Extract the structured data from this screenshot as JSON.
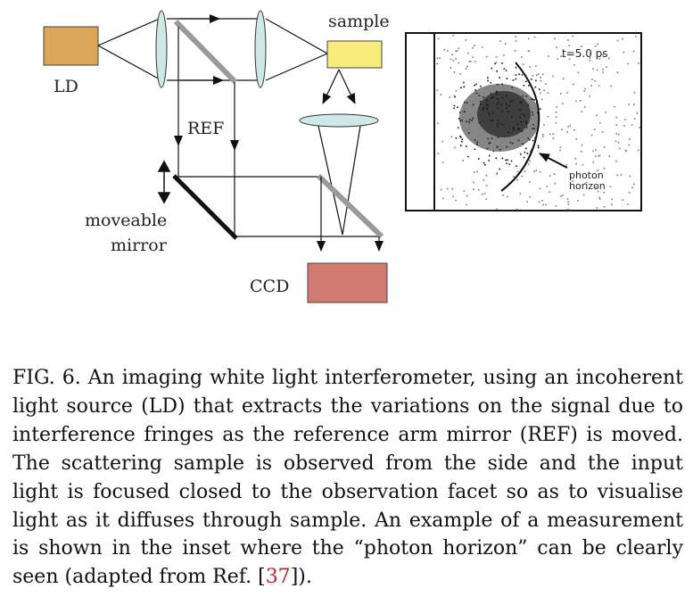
{
  "figure": {
    "labels": {
      "ld": "LD",
      "sample": "sample",
      "ref": "REF",
      "moveable_line1": "moveable",
      "moveable_line2": "mirror",
      "ccd": "CCD"
    },
    "inset": {
      "time_label": "t=5.0 ps",
      "horizon_line1": "photon",
      "horizon_line2": "horizon"
    },
    "colors": {
      "ld_box": "#dba55a",
      "sample_box": "#f8ec7c",
      "ccd_box": "#d07a70",
      "lens": "#cfe7e7",
      "beamsplitter": "#9a9a9a",
      "mirror": "#111111"
    }
  },
  "caption": {
    "prefix": "FIG. 6.",
    "body": "An imaging white light interferometer, using an incoherent light source (LD) that extracts the variations on the signal due to interference fringes as the reference arm mirror (REF) is moved. The scattering sample is observed from the side and the input light is focused closed to the observation facet so as to visualise light as it diffuses through sample. An example of a measurement is shown in the inset where the “photon horizon” can be clearly seen (adapted from Ref. [",
    "ref": "37",
    "suffix": "])."
  }
}
